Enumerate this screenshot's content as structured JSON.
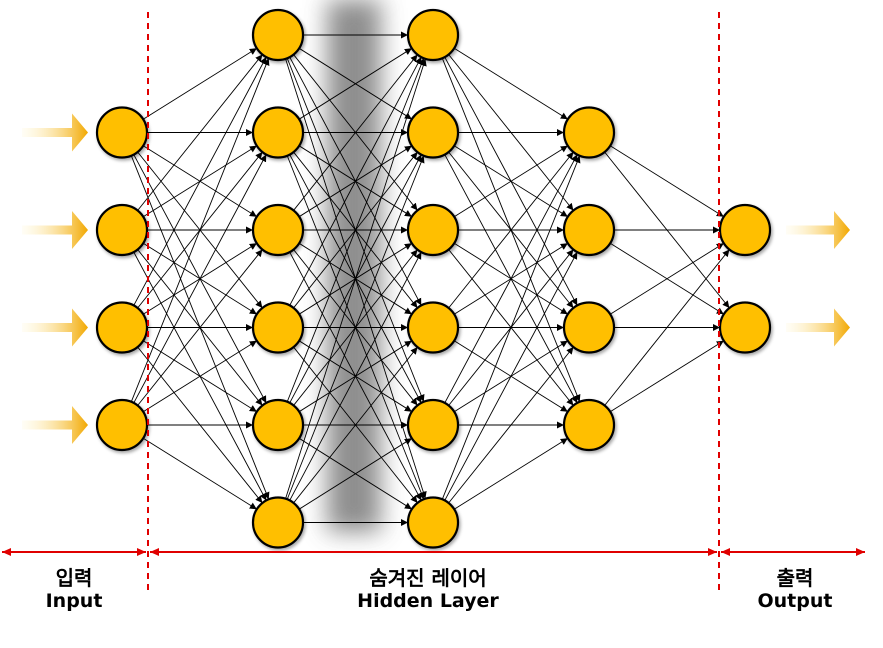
{
  "diagram": {
    "layers": [
      {
        "name": "input",
        "nodes": 4
      },
      {
        "name": "hidden-1",
        "nodes": 6
      },
      {
        "name": "hidden-2",
        "nodes": 6
      },
      {
        "name": "hidden-3",
        "nodes": 4
      },
      {
        "name": "output",
        "nodes": 2
      }
    ],
    "connectivity": "fully-connected",
    "dropout_band_between_layers": [
      "hidden-1",
      "hidden-2"
    ]
  },
  "sections": {
    "input": {
      "korean": "입력",
      "english": "Input"
    },
    "hidden": {
      "korean": "숨겨진 레이어",
      "english": "Hidden Layer"
    },
    "output": {
      "korean": "출력",
      "english": "Output"
    }
  },
  "colors": {
    "node_fill": "#FFBF00",
    "node_stroke": "#000000",
    "edge": "#000000",
    "divider": "#E00000",
    "arrow_gradient_start": "#FFF3C0",
    "arrow_gradient_end": "#F2A800",
    "blur_band": "#7A7A7A"
  }
}
